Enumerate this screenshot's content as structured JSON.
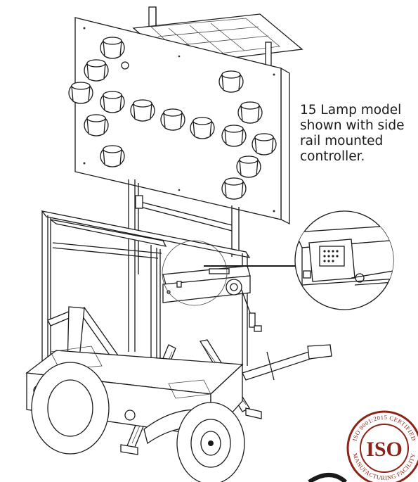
{
  "caption": {
    "line1": "15 Lamp model",
    "line2": "shown with side",
    "line3": "rail mounted",
    "line4": "controller."
  },
  "badge": {
    "top_text": "ISO 9001:2015 CERTIFIED",
    "center_text": "ISO",
    "bottom_text": "MANUFACTURING FACILITY",
    "color": "#8b2418"
  },
  "lamp_count": 15,
  "icons": [
    "arrow-board-trailer-drawing",
    "controller-detail-callout",
    "iso-certification-badge"
  ]
}
